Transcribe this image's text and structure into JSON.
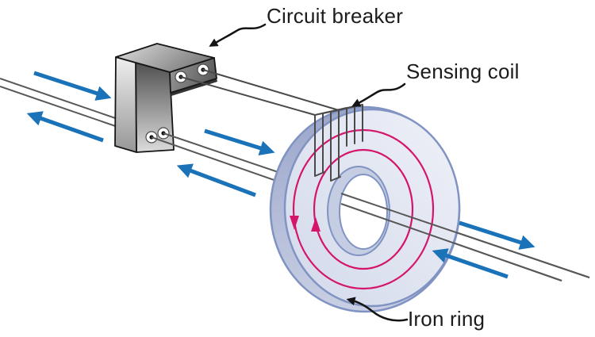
{
  "figure": {
    "type": "physics-diagram",
    "subject": "circuit breaker with sensing coil around an iron ring (ground fault interrupter)",
    "labels": {
      "circuit_breaker": "Circuit breaker",
      "sensing_coil": "Sensing coil",
      "iron_ring": "Iron ring"
    },
    "elements": {
      "circuit_breaker_box": "gray 3D L-shaped block with four wire terminals",
      "wires": "two parallel wires running from left edge, through circuit breaker, through iron ring center hole, exiting lower right",
      "current_arrows": [
        {
          "segment": "left",
          "direction": "right-down"
        },
        {
          "segment": "left",
          "direction": "left-up"
        },
        {
          "segment": "middle",
          "direction": "right-down"
        },
        {
          "segment": "middle",
          "direction": "left-up"
        },
        {
          "segment": "right",
          "direction": "right-down"
        },
        {
          "segment": "right",
          "direction": "left-up"
        }
      ],
      "field_loops": [
        {
          "loop": "outer",
          "arrow_direction": "down-at-left"
        },
        {
          "loop": "inner",
          "arrow_direction": "up-at-left"
        }
      ],
      "sensing_coil_turns": 3
    },
    "colors": {
      "current_arrow_blue": "#1a73b8",
      "field_loop_pink": "#d4156b",
      "ring_face": "#e4e9f4",
      "ring_side": "#aab4d2",
      "ring_outline": "#8093c2",
      "wire_gray": "#585858",
      "breaker_gray": "#8c8c8c",
      "label_text": "#1c1c1c",
      "background": "#ffffff"
    }
  }
}
